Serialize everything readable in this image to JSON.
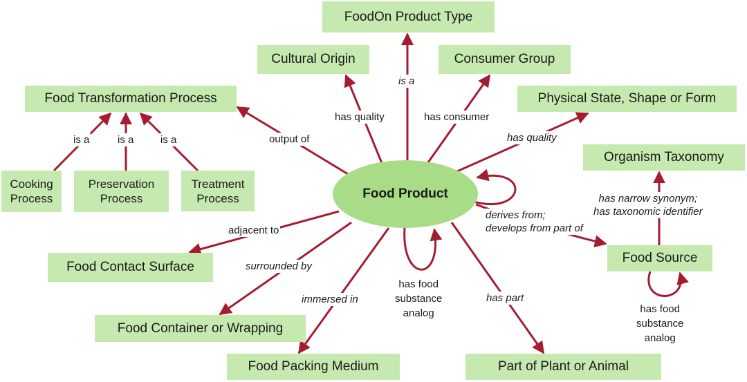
{
  "colors": {
    "node_fill": "#c6e9b0",
    "center_fill": "#a9dc86",
    "edge": "#a51c30",
    "text": "#1a1a1a"
  },
  "center": {
    "label": "Food Product"
  },
  "nodes": {
    "foodon_type": "FoodOn Product Type",
    "cultural_origin": "Cultural Origin",
    "consumer_group": "Consumer Group",
    "transformation": "Food Transformation Process",
    "physical_state": "Physical State, Shape or Form",
    "organism_taxonomy": "Organism Taxonomy",
    "cooking": "Cooking\nProcess",
    "preservation": "Preservation\nProcess",
    "treatment": "Treatment\nProcess",
    "contact_surface": "Food Contact Surface",
    "food_source": "Food Source",
    "container": "Food Container or Wrapping",
    "packing_medium": "Food Packing Medium",
    "plant_animal_part": "Part of Plant or Animal"
  },
  "edges": {
    "is_a_top": "is a",
    "has_quality_cultural": "has quality",
    "has_consumer": "has consumer",
    "output_of": "output of",
    "has_quality_physical": "has quality",
    "is_a_cooking": "is a",
    "is_a_preservation": "is a",
    "is_a_treatment": "is a",
    "derives_from": "derives from;\ndevelops from part of",
    "taxonomy": "has narrow synonym;\nhas taxonomic identifier",
    "adjacent_to": "adjacent to",
    "surrounded_by": "surrounded by",
    "immersed_in": "immersed in",
    "substance_analog_center": "has food\nsubstance\nanalog",
    "has_part": "has part",
    "substance_analog_source": "has food\nsubstance\nanalog"
  }
}
